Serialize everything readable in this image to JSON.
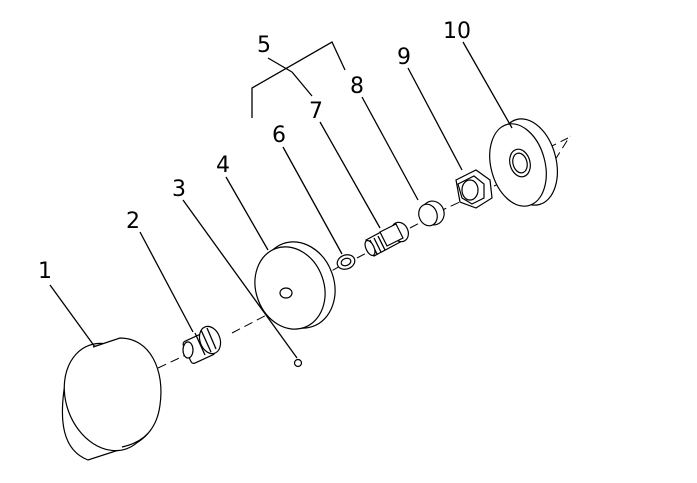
{
  "diagram": {
    "labels": [
      {
        "id": "1",
        "text": "1"
      },
      {
        "id": "2",
        "text": "2"
      },
      {
        "id": "3",
        "text": "3"
      },
      {
        "id": "4",
        "text": "4"
      },
      {
        "id": "5",
        "text": "5"
      },
      {
        "id": "6",
        "text": "6"
      },
      {
        "id": "7",
        "text": "7"
      },
      {
        "id": "8",
        "text": "8"
      },
      {
        "id": "9",
        "text": "9"
      },
      {
        "id": "10",
        "text": "10"
      }
    ],
    "parts": [
      {
        "id": "1",
        "name": "handle-cap"
      },
      {
        "id": "2",
        "name": "splined-adapter"
      },
      {
        "id": "3",
        "name": "set-screw"
      },
      {
        "id": "4",
        "name": "escutcheon-plate"
      },
      {
        "id": "6",
        "name": "o-ring"
      },
      {
        "id": "7",
        "name": "cartridge-stem"
      },
      {
        "id": "8",
        "name": "washer-ring"
      },
      {
        "id": "9",
        "name": "hex-nut"
      },
      {
        "id": "10",
        "name": "threaded-flange"
      }
    ]
  }
}
